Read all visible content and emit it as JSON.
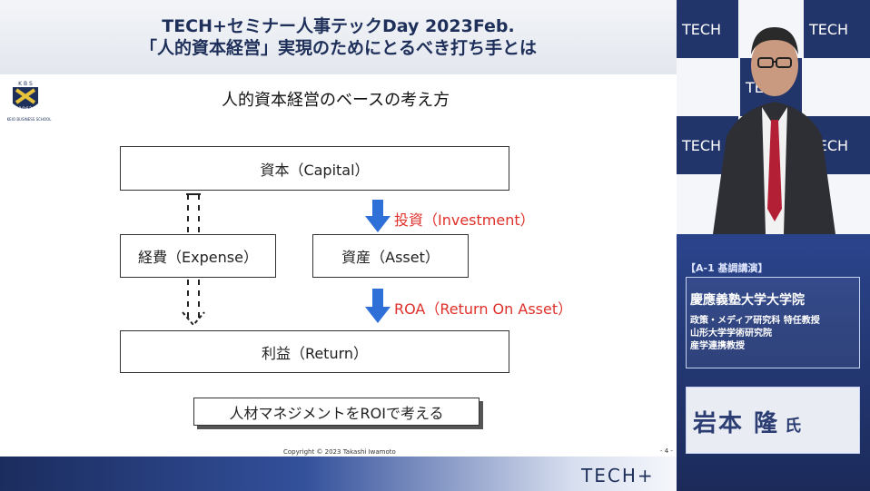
{
  "header": {
    "line1": "TECH+セミナー人事テックDay 2023Feb.",
    "line2": "「人的資本経営」実現のためにとるべき打ち手とは"
  },
  "logo": {
    "top_text": "K B S",
    "year": "1962",
    "arc_text": "KEIO BUSINESS SCHOOL"
  },
  "slide": {
    "title": "人的資本経営のベースの考え方",
    "capital": "資本（Capital）",
    "expense": "経費（Expense）",
    "asset": "資産（Asset）",
    "return": "利益（Return）",
    "investment": "投資（Investment）",
    "roa": "ROA（Return On Asset）",
    "roi": "人材マネジメントをROIで考える",
    "copyright": "Copyright © 2023 Takashi Iwamoto",
    "page_number": "- 4 -"
  },
  "brand": {
    "tech_logo": "TECH+"
  },
  "speaker": {
    "session": "【A-1 基調講演】",
    "affil_main": "慶應義塾大学大学院",
    "affil_lines": [
      "政策・メディア研究科 特任教授",
      "山形大学学術研究院",
      "産学連携教授"
    ],
    "name": "岩本 隆",
    "suffix": "氏"
  },
  "colors": {
    "navy": "#1e2f5a",
    "red": "#e0302a",
    "blue_arrow": "#2f6fd8"
  }
}
